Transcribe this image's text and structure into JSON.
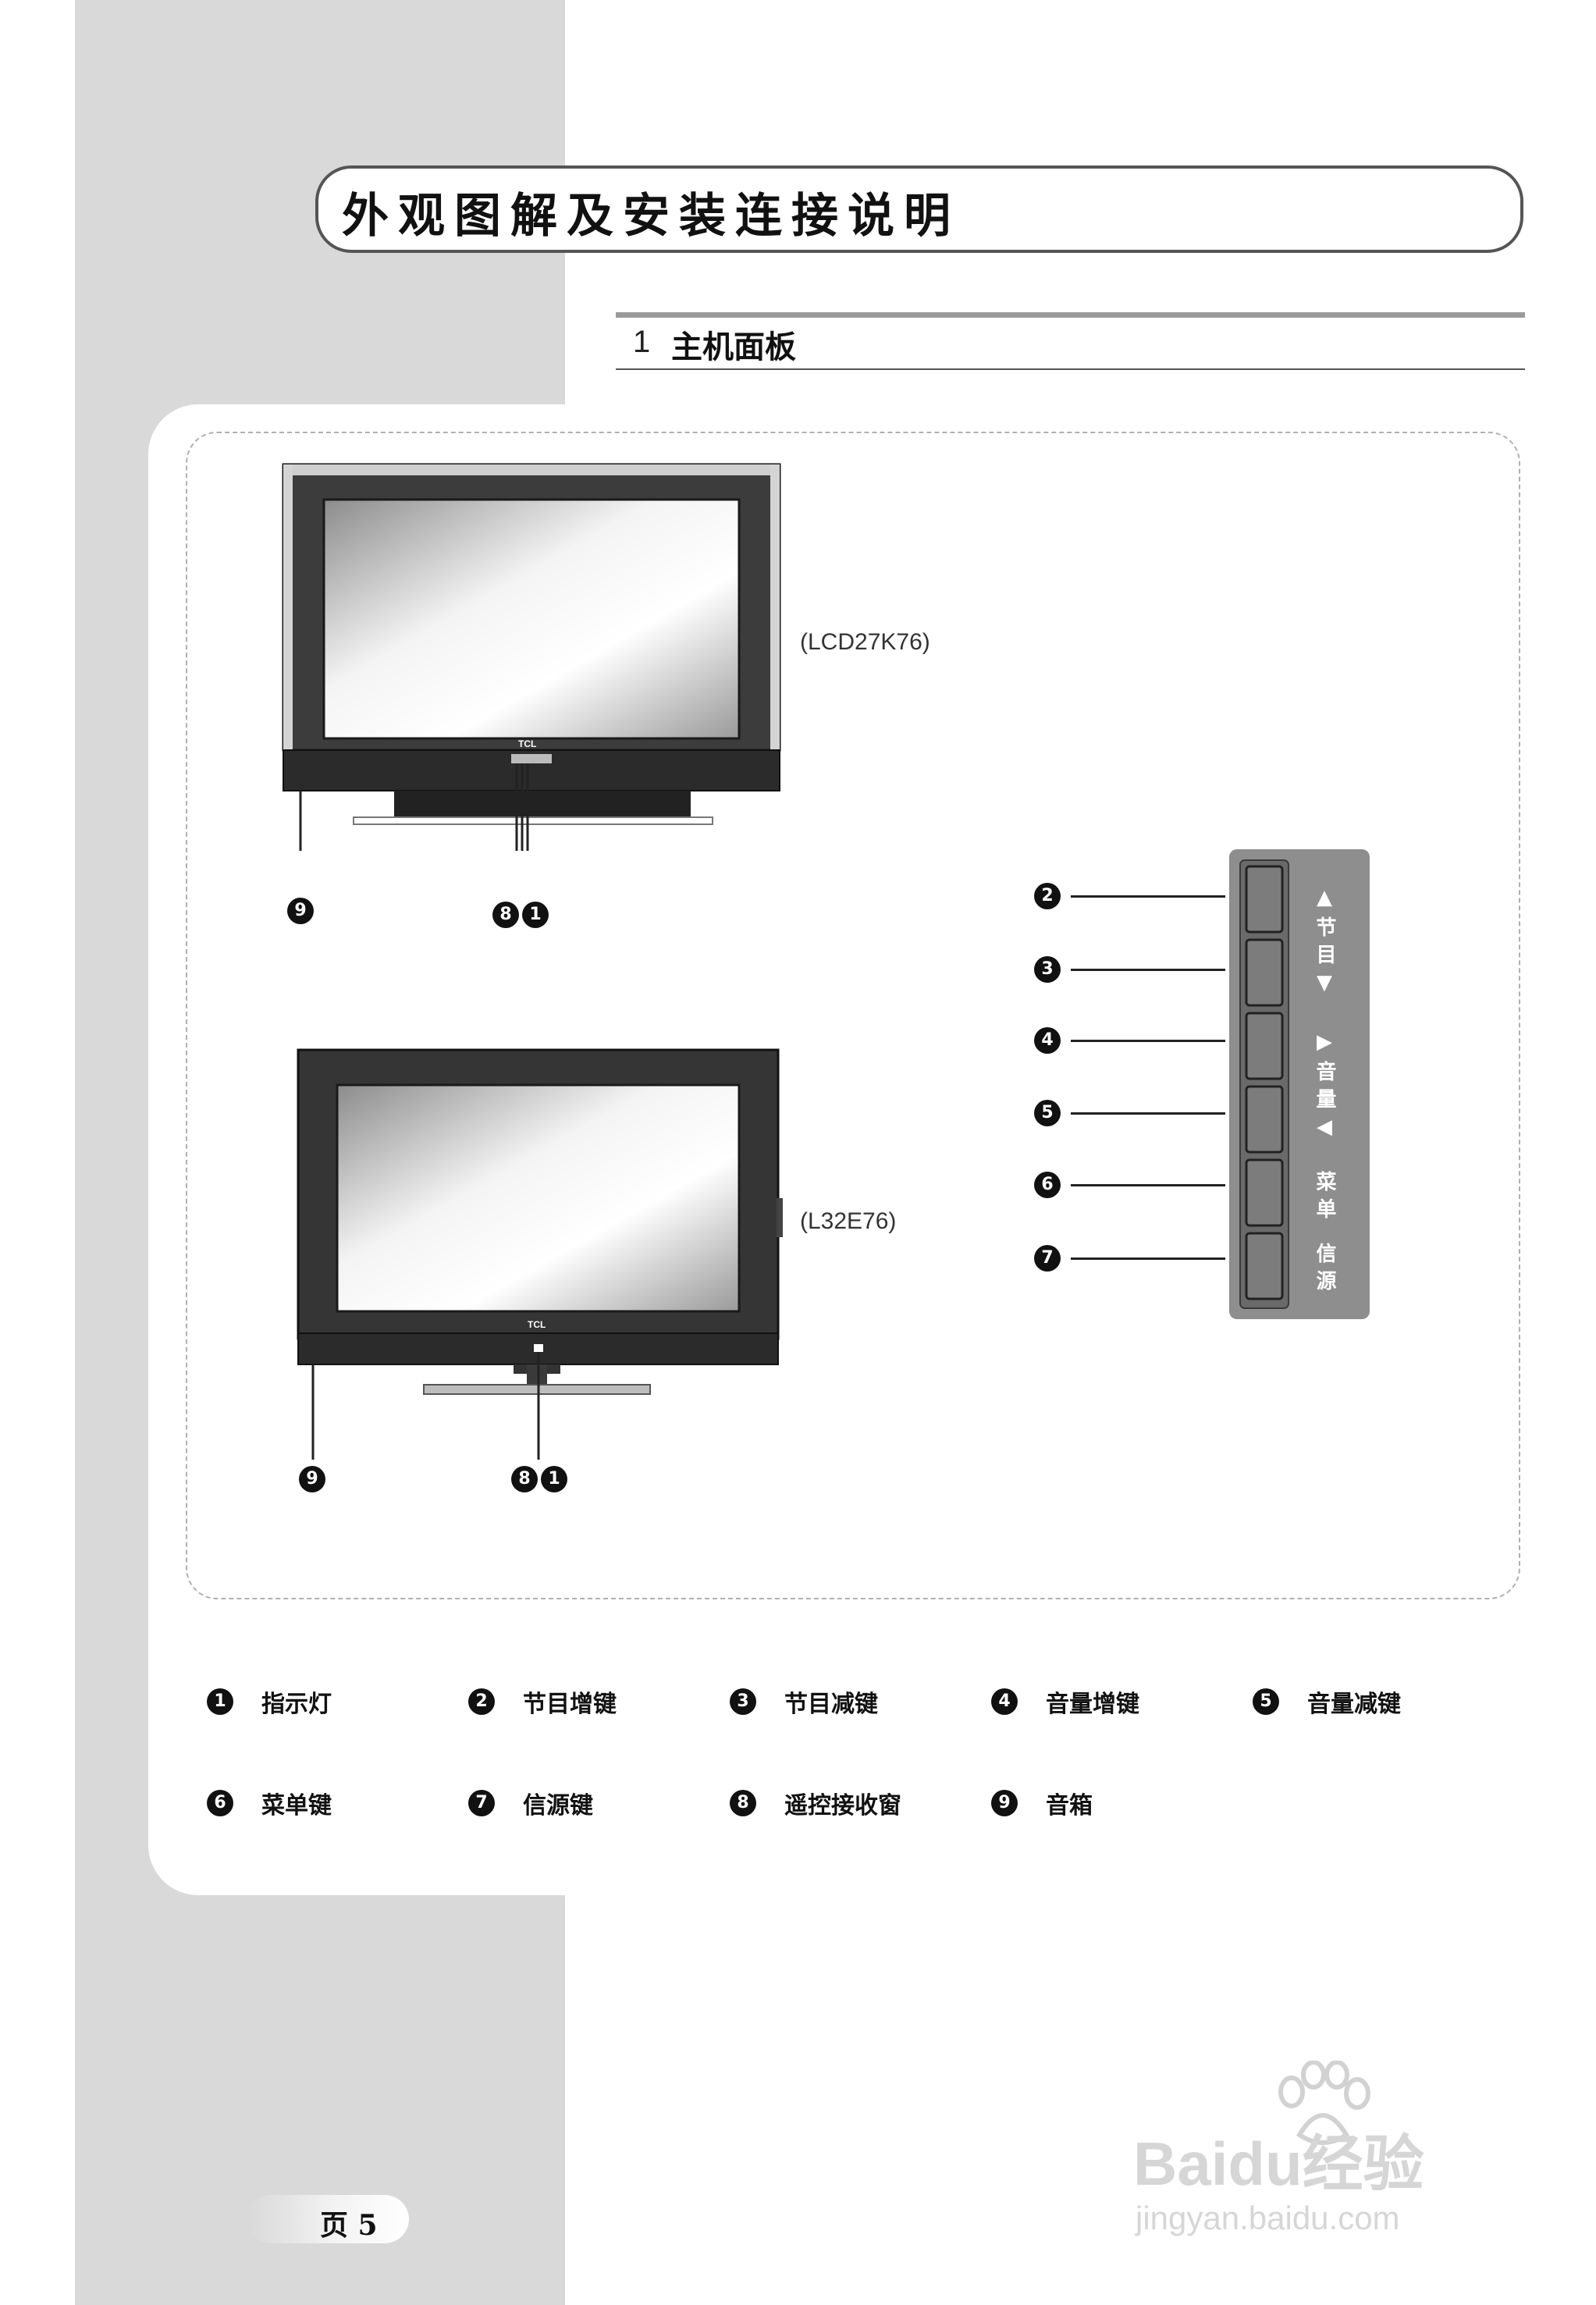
{
  "title": "外观图解及安装连接说明",
  "section": {
    "number": "1",
    "title": "主机面板"
  },
  "models": {
    "top": "(LCD27K76)",
    "bottom": "(L32E76)"
  },
  "tv1": {
    "brand": "TCL",
    "callouts": [
      "9",
      "8",
      "1"
    ]
  },
  "tv2": {
    "brand": "TCL",
    "callouts": [
      "9",
      "8",
      "1"
    ]
  },
  "side_panel": {
    "callouts": [
      "2",
      "3",
      "4",
      "5",
      "6",
      "7"
    ],
    "labels": [
      "▲ 节 目 ▼",
      "▶ 音 量 ◀",
      "菜 单",
      "信 源"
    ]
  },
  "legend": [
    {
      "num": "1",
      "label": "指示灯"
    },
    {
      "num": "2",
      "label": "节目增键"
    },
    {
      "num": "3",
      "label": "节目减键"
    },
    {
      "num": "4",
      "label": "音量增键"
    },
    {
      "num": "5",
      "label": "音量减键"
    },
    {
      "num": "6",
      "label": "菜单键"
    },
    {
      "num": "7",
      "label": "信源键"
    },
    {
      "num": "8",
      "label": "遥控接收窗"
    },
    {
      "num": "9",
      "label": "音箱"
    }
  ],
  "page": "页 5",
  "watermark": {
    "logo": "Baidu经验",
    "url": "jingyan.baidu.com"
  }
}
